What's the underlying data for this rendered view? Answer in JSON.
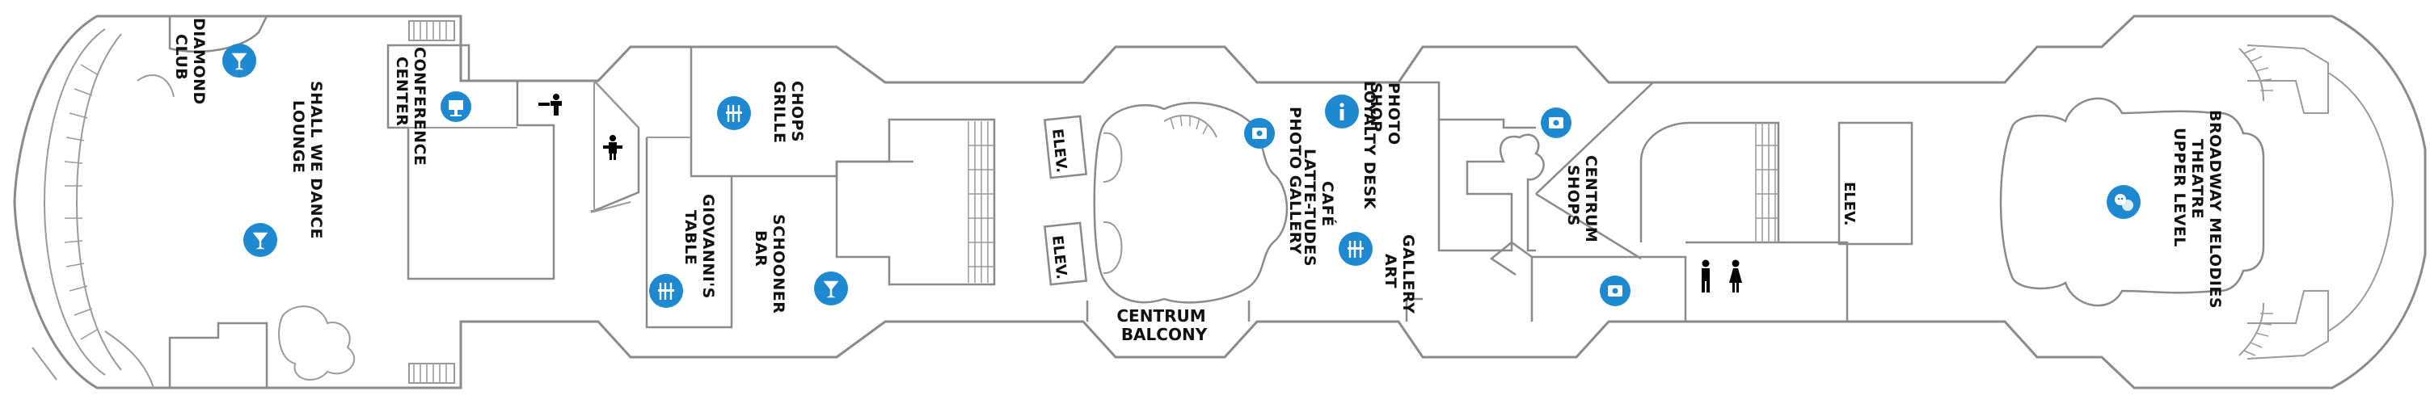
{
  "deck": {
    "venues": [
      {
        "key": "diamond_club",
        "lines": [
          "DIAMOND",
          "CLUB"
        ]
      },
      {
        "key": "shall_we_dance",
        "lines": [
          "SHALL WE DANCE",
          "LOUNGE"
        ]
      },
      {
        "key": "conference_center",
        "lines": [
          "CONFERENCE",
          "CENTER"
        ]
      },
      {
        "key": "chops_grille",
        "lines": [
          "CHOPS",
          "GRILLE"
        ]
      },
      {
        "key": "giovannis_table",
        "lines": [
          "GIOVANNI'S",
          "TABLE"
        ]
      },
      {
        "key": "schooner_bar",
        "lines": [
          "SCHOONER",
          "BAR"
        ]
      },
      {
        "key": "photo_gallery",
        "lines": [
          "PHOTO GALLERY"
        ]
      },
      {
        "key": "cafe_latte_tudes",
        "lines": [
          "CAFÉ",
          "LATTE-TUDES"
        ]
      },
      {
        "key": "loyalty_desk",
        "lines": [
          "LOYALTY DESK"
        ]
      },
      {
        "key": "photo_shop",
        "lines": [
          "PHOTO",
          "SHOP"
        ]
      },
      {
        "key": "art_gallery",
        "lines": [
          "ART",
          "GALLERY"
        ]
      },
      {
        "key": "centrum_shops",
        "lines": [
          "CENTRUM",
          "SHOPS"
        ]
      },
      {
        "key": "broadway_melodies",
        "lines": [
          "BROADWAY MELODIES",
          "THEATRE",
          "UPPER LEVEL"
        ]
      }
    ],
    "centrum_balcony": [
      "CENTRUM",
      "BALCONY"
    ],
    "elevator_label": "ELEV.",
    "icons": [
      "cocktail-icon",
      "cocktail-icon",
      "cocktail-icon",
      "restaurant-icon",
      "restaurant-icon",
      "restaurant-icon",
      "conference-icon",
      "shop-icon",
      "shop-icon",
      "shop-icon",
      "info-icon",
      "theatre-icon",
      "restroom-icon",
      "family-restroom-icon"
    ],
    "colors": {
      "icon": "#1e88d0",
      "walls": "#8a8a8a",
      "text": "#111111"
    }
  }
}
